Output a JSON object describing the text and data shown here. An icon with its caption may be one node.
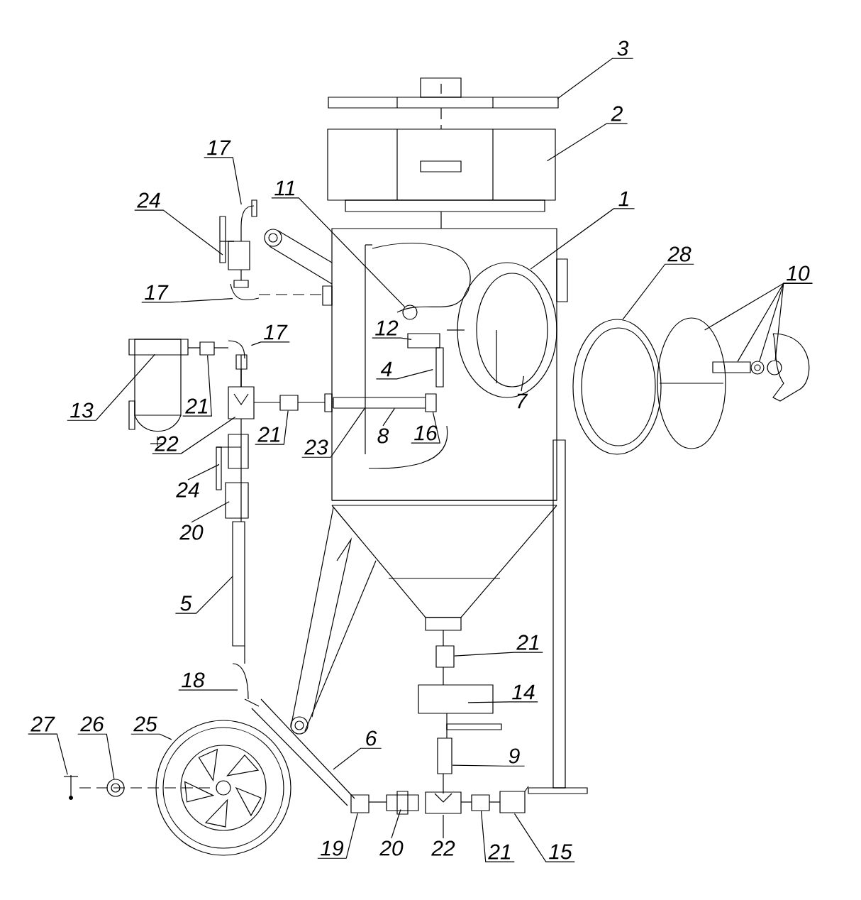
{
  "diagram": {
    "nodes": [
      {
        "text": [
          "3"
        ]
      },
      {
        "text": [
          "2"
        ]
      },
      {
        "text": [
          "17"
        ]
      },
      {
        "text": [
          "11"
        ]
      },
      {
        "text": [
          "24"
        ]
      },
      {
        "text": [
          "1"
        ]
      },
      {
        "text": [
          "28"
        ]
      },
      {
        "text": [
          "10"
        ]
      },
      {
        "text": [
          "17"
        ]
      },
      {
        "text": [
          "12"
        ]
      },
      {
        "text": [
          "17"
        ]
      },
      {
        "text": [
          "13"
        ]
      },
      {
        "text": [
          "21"
        ]
      },
      {
        "text": [
          "4"
        ]
      },
      {
        "text": [
          "22"
        ]
      },
      {
        "text": [
          "21"
        ]
      },
      {
        "text": [
          "23"
        ]
      },
      {
        "text": [
          "8"
        ]
      },
      {
        "text": [
          "16"
        ]
      },
      {
        "text": [
          "7"
        ]
      },
      {
        "text": [
          "24"
        ]
      },
      {
        "text": [
          "20"
        ]
      },
      {
        "text": [
          "5"
        ]
      },
      {
        "text": [
          "21"
        ]
      },
      {
        "text": [
          "18"
        ]
      },
      {
        "text": [
          "14"
        ]
      },
      {
        "text": [
          "27"
        ]
      },
      {
        "text": [
          "26"
        ]
      },
      {
        "text": [
          "25"
        ]
      },
      {
        "text": [
          "6"
        ]
      },
      {
        "text": [
          "9"
        ]
      },
      {
        "text": [
          "19"
        ]
      },
      {
        "text": [
          "20"
        ]
      },
      {
        "text": [
          "22"
        ]
      },
      {
        "text": [
          "21"
        ]
      },
      {
        "text": [
          "15"
        ]
      },
      {
        "text": [],
        "shape": "circle"
      },
      {
        "text": [],
        "shape": "circle"
      },
      {
        "text": [],
        "shape": "circle"
      },
      {
        "text": [],
        "shape": "box"
      },
      {
        "text": [],
        "shape": "box"
      },
      {
        "text": [],
        "shape": "box"
      },
      {
        "text": [],
        "shape": "box"
      },
      {
        "text": [],
        "shape": "picture"
      },
      {
        "text": [],
        "shape": "circle"
      },
      {
        "text": [],
        "shape": "box"
      },
      {
        "text": [],
        "shape": "box"
      }
    ],
    "edges": [
      {
        "from": 0,
        "to": null,
        "arrow": "none"
      },
      {
        "from": 1,
        "to": null,
        "arrow": "none"
      },
      {
        "from": 2,
        "to": null,
        "arrow": "none"
      },
      {
        "from": 3,
        "to": 36,
        "arrow": "none"
      },
      {
        "from": 4,
        "to": null,
        "arrow": "none"
      },
      {
        "from": 5,
        "to": null,
        "arrow": "none"
      },
      {
        "from": 6,
        "to": null,
        "arrow": "none"
      },
      {
        "from": 7,
        "to": null,
        "arrow": "none"
      },
      {
        "from": 7,
        "to": null,
        "arrow": "none"
      },
      {
        "from": 7,
        "to": 37,
        "arrow": "none"
      },
      {
        "from": 7,
        "to": 38,
        "arrow": "none"
      },
      {
        "from": 8,
        "to": null,
        "arrow": "none"
      },
      {
        "from": 9,
        "to": null,
        "arrow": "none"
      },
      {
        "from": 10,
        "to": null,
        "arrow": "none"
      },
      {
        "from": 11,
        "to": null,
        "arrow": "none"
      },
      {
        "from": 12,
        "to": 39,
        "arrow": "none"
      },
      {
        "from": 13,
        "to": null,
        "arrow": "none"
      },
      {
        "from": 14,
        "to": null,
        "arrow": "none"
      },
      {
        "from": 15,
        "to": 40,
        "arrow": "none"
      },
      {
        "from": 16,
        "to": null,
        "arrow": "none"
      },
      {
        "from": 17,
        "to": null,
        "arrow": "none"
      },
      {
        "from": 18,
        "to": 41,
        "arrow": "none"
      },
      {
        "from": 19,
        "to": null,
        "arrow": "none"
      },
      {
        "from": 20,
        "to": null,
        "arrow": "none"
      },
      {
        "from": 21,
        "to": null,
        "arrow": "none"
      },
      {
        "from": 22,
        "to": null,
        "arrow": "none"
      },
      {
        "from": 23,
        "to": 42,
        "arrow": "none"
      },
      {
        "from": 24,
        "to": null,
        "arrow": "none"
      },
      {
        "from": 25,
        "to": null,
        "arrow": "none"
      },
      {
        "from": 26,
        "to": 43,
        "arrow": "none"
      },
      {
        "from": 27,
        "to": 44,
        "arrow": "none"
      },
      {
        "from": 28,
        "to": null,
        "arrow": "none"
      },
      {
        "from": 29,
        "to": null,
        "arrow": "none"
      },
      {
        "from": 30,
        "to": null,
        "arrow": "none"
      },
      {
        "from": 31,
        "to": 45,
        "arrow": "none"
      },
      {
        "from": 32,
        "to": null,
        "arrow": "none"
      },
      {
        "from": 33,
        "to": null,
        "arrow": "none"
      },
      {
        "from": 34,
        "to": 46,
        "arrow": "none"
      },
      {
        "from": 35,
        "to": null,
        "arrow": "none"
      }
    ]
  }
}
